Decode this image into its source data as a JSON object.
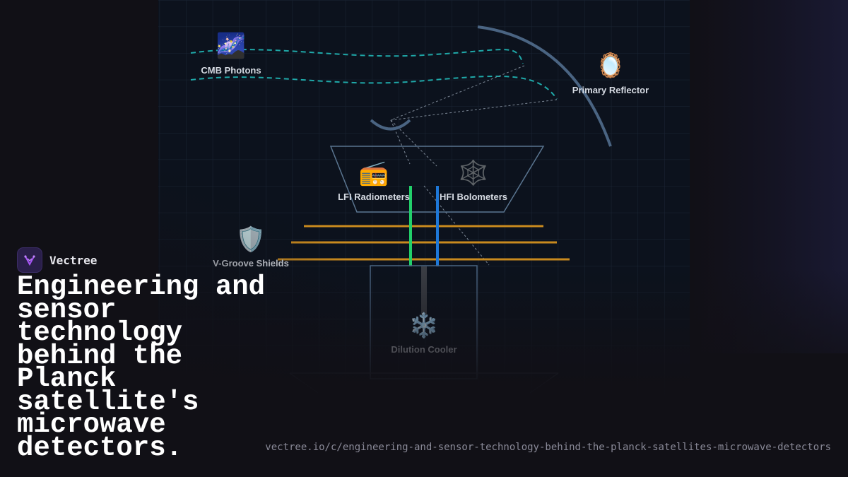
{
  "brand": {
    "name": "Vectree"
  },
  "headline": "Engineering and sensor technology behind the Planck satellite's microwave detectors.",
  "url": "vectree.io/c/engineering-and-sensor-technology-behind-the-planck-satellites-microwave-detectors",
  "diagram": {
    "nodes": {
      "cmb_photons": {
        "label": "CMB Photons",
        "icon": "🌌",
        "icon_name": "milky-way-icon"
      },
      "primary_reflector": {
        "label": "Primary Reflector",
        "icon": "🪞",
        "icon_name": "mirror-icon"
      },
      "lfi_radiometers": {
        "label": "LFI Radiometers",
        "icon": "📻",
        "icon_name": "radio-icon"
      },
      "hfi_bolometers": {
        "label": "HFI Bolometers",
        "icon": "🕸️",
        "icon_name": "web-icon"
      },
      "v_groove_shields": {
        "label": "V-Groove Shields",
        "icon": "🛡️",
        "icon_name": "shield-icon"
      },
      "dilution_cooler": {
        "label": "Dilution Cooler",
        "icon": "❄️",
        "icon_name": "snowflake-icon"
      }
    }
  },
  "colors": {
    "background": "#111016",
    "grid": "#1a2535",
    "photon_path": "#1fa8a8",
    "reflector": "#4a6482",
    "shield": "#c98a1e",
    "lfi_line": "#22d06a",
    "hfi_line": "#1e78d8",
    "brand_accent": "#a855f7"
  }
}
